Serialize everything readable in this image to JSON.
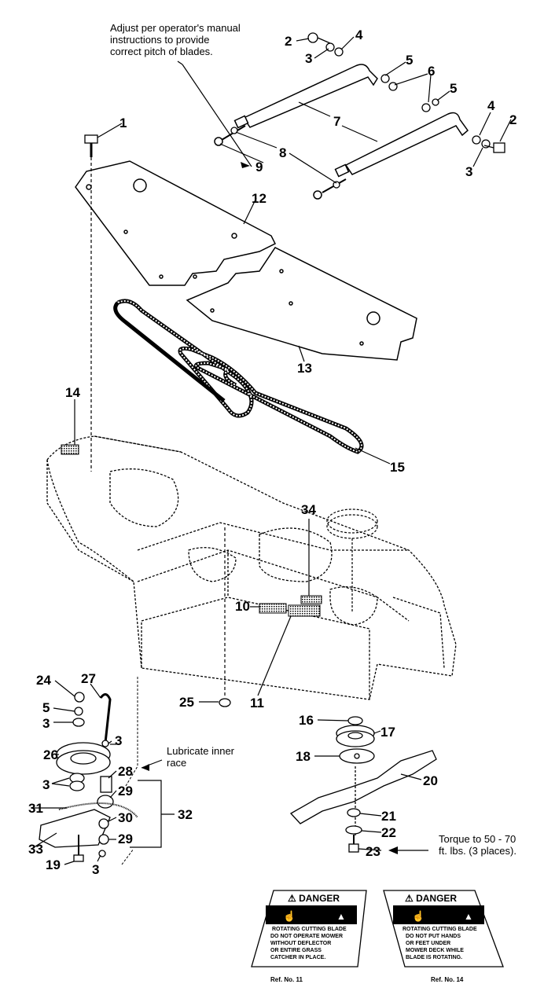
{
  "notes": {
    "adjust": "Adjust per operator's manual\ninstructions to provide\ncorrect pitch of blades.",
    "lubricate": "Lubricate inner\nrace",
    "torque": "Torque to 50 - 70\nft. lbs. (3 places)."
  },
  "callouts": {
    "c1": "1",
    "c2a": "2",
    "c2b": "2",
    "c3a": "3",
    "c3b": "3",
    "c3c": "3",
    "c3d": "3",
    "c3e": "3",
    "c3f": "3",
    "c4a": "4",
    "c4b": "4",
    "c5a": "5",
    "c5b": "5",
    "c5c": "5",
    "c6": "6",
    "c7": "7",
    "c8": "8",
    "c9": "9",
    "c10": "10",
    "c11": "11",
    "c12": "12",
    "c13": "13",
    "c14": "14",
    "c15": "15",
    "c16": "16",
    "c17": "17",
    "c18": "18",
    "c19": "19",
    "c20": "20",
    "c21": "21",
    "c22": "22",
    "c23": "23",
    "c24": "24",
    "c25": "25",
    "c26": "26",
    "c27": "27",
    "c28": "28",
    "c29a": "29",
    "c29b": "29",
    "c30": "30",
    "c31": "31",
    "c32": "32",
    "c33": "33",
    "c34": "34"
  },
  "labels": {
    "left": {
      "heading": "⚠ DANGER",
      "subheading": "ROTATING CUTTING BLADE",
      "lines": [
        "DO NOT OPERATE MOWER",
        "WITHOUT DEFLECTOR",
        "OR ENTIRE GRASS",
        "CATCHER IN PLACE."
      ],
      "ref": "Ref. No. 11"
    },
    "right": {
      "heading": "⚠ DANGER",
      "subheading": "ROTATING CUTTING BLADE",
      "lines": [
        "DO NOT PUT HANDS",
        "OR FEET UNDER",
        "MOWER DECK WHILE",
        "BLADE IS ROTATING."
      ],
      "ref": "Ref. No. 14"
    }
  }
}
